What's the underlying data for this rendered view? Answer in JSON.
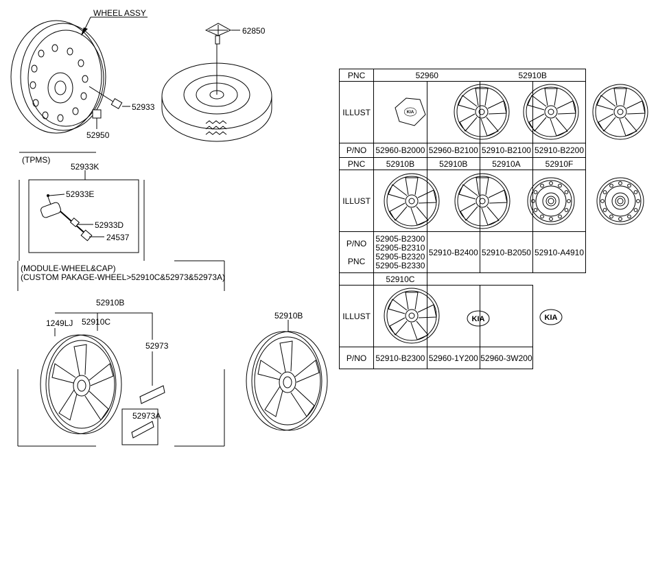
{
  "labels": {
    "wheel_assy": "WHEEL ASSY",
    "p62850": "62850",
    "p52933": "52933",
    "p52950": "52950",
    "tpms": "(TPMS)",
    "p52933k": "52933K",
    "p52933e": "52933E",
    "p52933d": "52933D",
    "p24537": "24537",
    "module_line1": "(MODULE-WHEEL&CAP)",
    "module_line2": "(CUSTOM PAKAGE-WHEEL>52910C&52973&52973A)",
    "p52910b_a": "52910B",
    "p1249lj": "1249LJ",
    "p52910c": "52910C",
    "p52973": "52973",
    "p52973a": "52973A",
    "p52910b_b": "52910B"
  },
  "table": {
    "pnc": "PNC",
    "illust": "ILLUST",
    "pno": "P/NO",
    "r1": {
      "pnc_a": "52960",
      "pnc_b": "52910B",
      "parts": [
        "52960-B2000",
        "52960-B2100",
        "52910-B2100",
        "52910-B2200"
      ]
    },
    "r2": {
      "pncs": [
        "52910B",
        "52910B",
        "52910A",
        "52910F"
      ],
      "multi": [
        "52905-B2300",
        "52905-B2310",
        "52905-B2320",
        "52905-B2330"
      ],
      "parts": [
        "52910-B2400",
        "52910-B2050",
        "52910-A4910"
      ]
    },
    "r3": {
      "pnc": "52910C",
      "parts": [
        "52910-B2300",
        "52960-1Y200",
        "52960-3W200"
      ]
    },
    "kia": "KIA"
  }
}
